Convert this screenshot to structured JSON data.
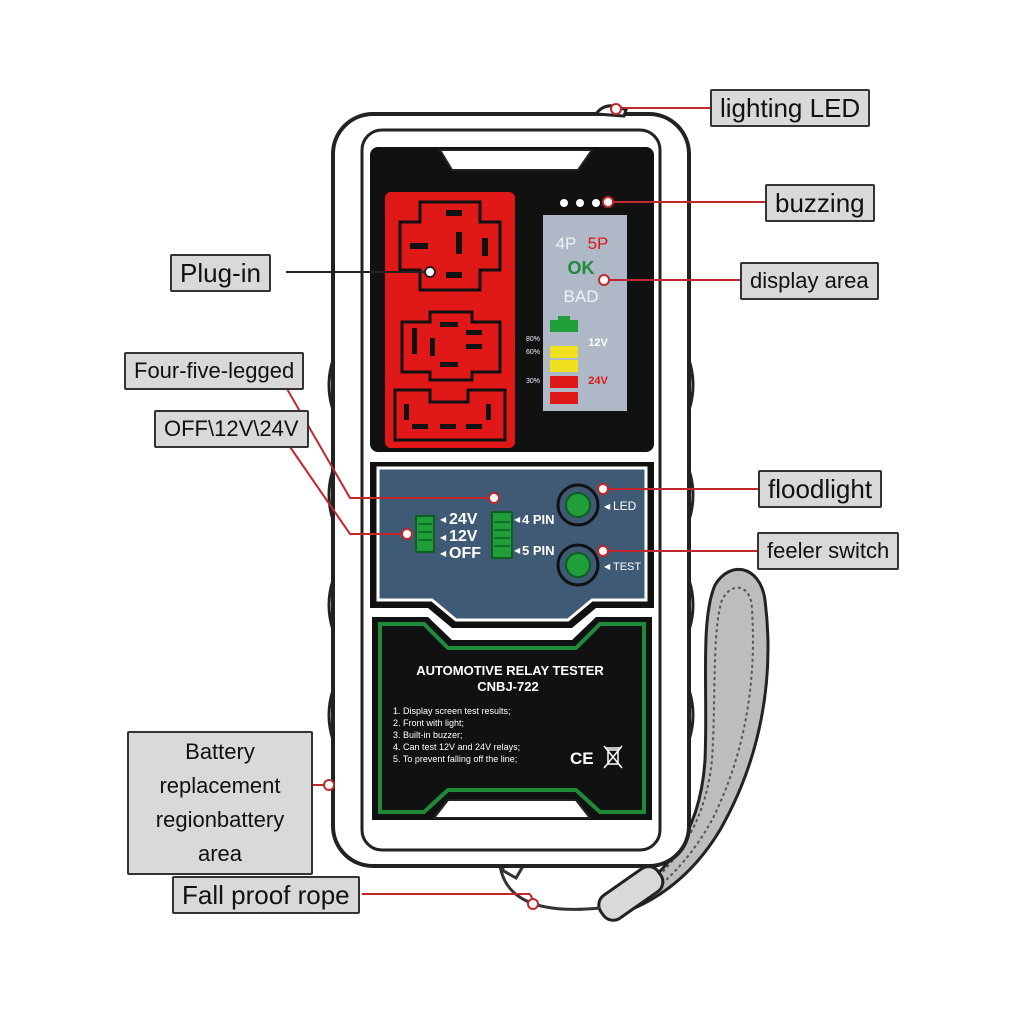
{
  "callouts": {
    "lighting_led": "lighting LED",
    "buzzing": "buzzing",
    "plug_in": "Plug-in",
    "display_area": "display area",
    "four_five_legged": "Four-five-legged",
    "off_12v_24v": "OFF\\12V\\24V",
    "floodlight": "floodlight",
    "feeler_switch": "feeler switch",
    "battery_replacement": "Battery replacement regionbattery area",
    "fall_proof_rope": "Fall proof rope"
  },
  "display": {
    "label_4p": "4P",
    "label_5p": "5P",
    "label_ok": "OK",
    "label_bad": "BAD",
    "pct_80": "80%",
    "pct_60": "60%",
    "pct_30": "30%",
    "volt_12": "12V",
    "volt_24": "24V"
  },
  "controls": {
    "v24": "24V",
    "v12": "12V",
    "off": "OFF",
    "pin4": "4 PIN",
    "pin5": "5 PIN",
    "led": "LED",
    "test": "TEST"
  },
  "label_panel": {
    "title": "AUTOMOTIVE RELAY TESTER",
    "model": "CNBJ-722",
    "features": [
      "1. Display screen test results;",
      "2. Front with light;",
      "3. Built-in buzzer;",
      "4. Can test 12V and 24V relays;",
      "5. To prevent falling off the line;"
    ],
    "marks": "CE"
  },
  "colors": {
    "socket_red": "#e01818",
    "control_panel": "#3f5a75",
    "green_button": "#1f9e3a",
    "label_border": "#1f8a3a",
    "callout_line": "#c0282d"
  }
}
